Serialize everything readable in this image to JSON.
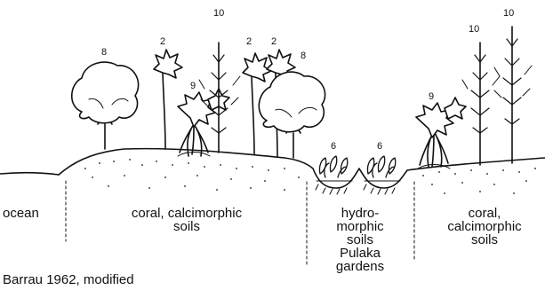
{
  "zones": {
    "ocean": "ocean",
    "coral_left_line1": "coral, calcimorphic",
    "coral_left_line2": "soils",
    "hydro_line1": "hydro-",
    "hydro_line2": "morphic",
    "hydro_line3": "soils",
    "pulaka_line1": "Pulaka",
    "pulaka_line2": "gardens",
    "coral_right_line1": "coral,",
    "coral_right_line2": "calcimorphic",
    "coral_right_line3": "soils"
  },
  "plant_numbers": {
    "breadfruit_left": "8",
    "palm_a": "2",
    "pandanus_left": "9",
    "tree_tall_left": "10",
    "palm_b": "2",
    "palm_c": "2",
    "breadfruit_right": "8",
    "taro_left": "6",
    "taro_right": "6",
    "pandanus_right": "9",
    "tree_tall_r1": "10",
    "tree_tall_r2": "10"
  },
  "credit": "Barrau 1962, modified"
}
